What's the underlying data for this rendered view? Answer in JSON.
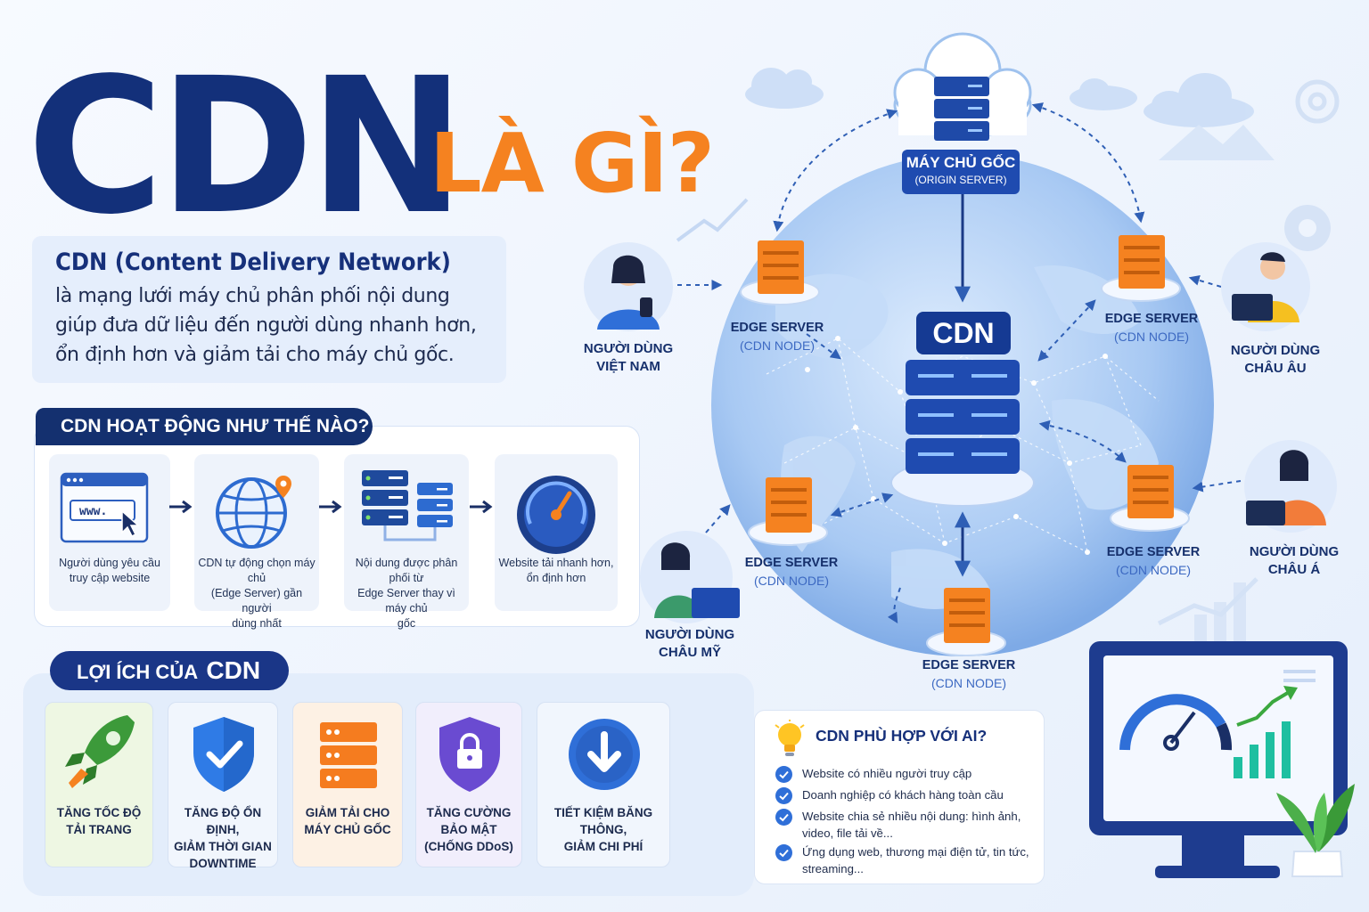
{
  "title": {
    "main": "CDN",
    "sub": "LÀ GÌ?"
  },
  "definition": {
    "heading": "CDN (Content Delivery Network)",
    "lines": [
      "là mạng lưới máy chủ phân phối nội dung",
      "giúp đưa dữ liệu đến người dùng nhanh hơn,",
      "ổn định hơn và giảm tải cho máy chủ gốc."
    ]
  },
  "how": {
    "header": "CDN HOẠT ĐỘNG NHƯ THẾ NÀO?",
    "browser_text": "www.",
    "steps": [
      {
        "lines": [
          "Người dùng yêu cầu",
          "truy cập website"
        ],
        "icon": "browser-icon"
      },
      {
        "lines": [
          "CDN tự động chọn máy chủ",
          "(Edge Server) gần người",
          "dùng nhất"
        ],
        "icon": "globe-pin-icon"
      },
      {
        "lines": [
          "Nội dung được phân phối từ",
          "Edge Server thay vì máy chủ",
          "gốc"
        ],
        "icon": "servers-icon"
      },
      {
        "lines": [
          "Website tải nhanh hơn,",
          "ổn định hơn"
        ],
        "icon": "speedometer-icon"
      }
    ]
  },
  "benefits": {
    "header_prefix": "LỢI ÍCH CỦA",
    "header_strong": "CDN",
    "items": [
      {
        "lines": [
          "TĂNG TỐC ĐỘ",
          "TẢI TRANG"
        ],
        "icon": "rocket-icon",
        "bg": "#eef7e3"
      },
      {
        "lines": [
          "TĂNG ĐỘ ỔN ĐỊNH,",
          "GIẢM THỜI GIAN",
          "DOWNTIME"
        ],
        "icon": "shield-check-icon",
        "bg": "#f1f6fd"
      },
      {
        "lines": [
          "GIẢM TẢI CHO",
          "MÁY CHỦ GỐC"
        ],
        "icon": "server-stack-icon",
        "bg": "#fdf1e4"
      },
      {
        "lines": [
          "TĂNG CƯỜNG",
          "BẢO MẬT",
          "(CHỐNG DDoS)"
        ],
        "icon": "lock-shield-icon",
        "bg": "#f1eefc"
      },
      {
        "lines": [
          "TIẾT KIỆM BĂNG THÔNG,",
          "GIẢM CHI PHÍ"
        ],
        "icon": "download-icon",
        "bg": "#f1f6fd"
      }
    ]
  },
  "diagram": {
    "origin": {
      "title": "MÁY CHỦ GỐC",
      "sub": "(ORIGIN SERVER)"
    },
    "cdn_badge": "CDN",
    "edge_title": "EDGE SERVER",
    "edge_sub": "(CDN NODE)",
    "users": [
      {
        "line1": "NGƯỜI DÙNG",
        "line2": "VIỆT NAM"
      },
      {
        "line1": "NGƯỜI DÙNG",
        "line2": "CHÂU ÂU"
      },
      {
        "line1": "NGƯỜI DÙNG",
        "line2": "CHÂU Á"
      },
      {
        "line1": "NGƯỜI DÙNG",
        "line2": "CHÂU MỸ"
      }
    ]
  },
  "suitability": {
    "title": "CDN PHÙ HỢP VỚI AI?",
    "items": [
      [
        "Website có nhiều người truy cập"
      ],
      [
        "Doanh nghiệp có khách hàng toàn cầu"
      ],
      [
        "Website chia sẻ nhiều nội dung: hình ảnh,",
        "video, file tải về..."
      ],
      [
        "Ứng dụng web, thương mại điện tử, tin tức,",
        "streaming..."
      ]
    ]
  },
  "colors": {
    "navy": "#13307a",
    "orange": "#f58220",
    "blue": "#2f6fd8",
    "globe": "#9cc1f1"
  }
}
